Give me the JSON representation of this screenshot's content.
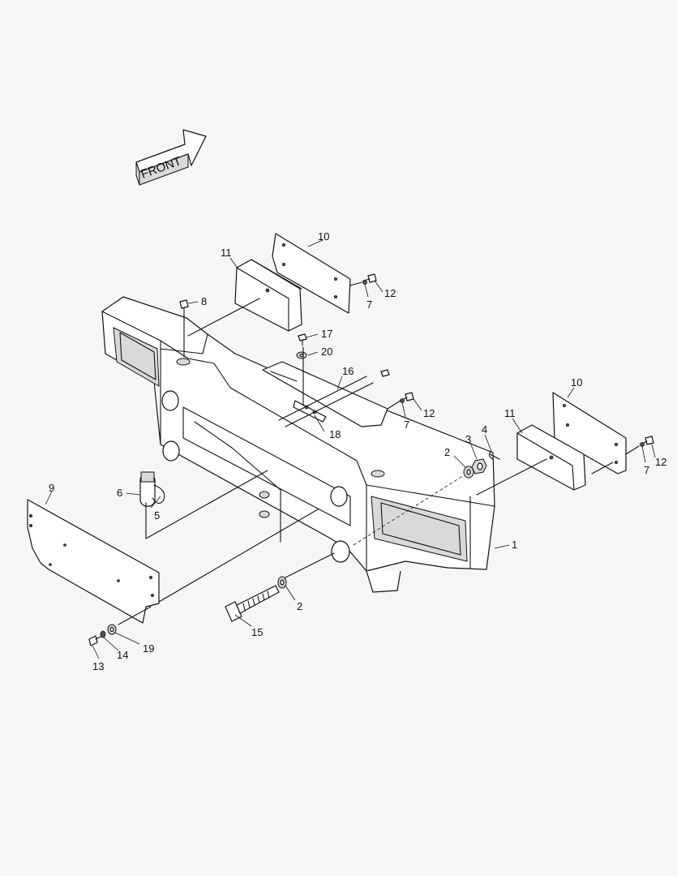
{
  "front_arrow": {
    "label": "FRONT"
  },
  "callouts": {
    "c1": "1",
    "c2a": "2",
    "c2b": "2",
    "c3": "3",
    "c4": "4",
    "c5": "5",
    "c6": "6",
    "c7a": "7",
    "c7b": "7",
    "c7c": "7",
    "c8": "8",
    "c9": "9",
    "c10a": "10",
    "c10b": "10",
    "c11a": "11",
    "c11b": "11",
    "c12a": "12",
    "c12b": "12",
    "c12c": "12",
    "c13": "13",
    "c14": "14",
    "c15": "15",
    "c16": "16",
    "c17": "17",
    "c18": "18",
    "c19": "19",
    "c20": "20"
  }
}
